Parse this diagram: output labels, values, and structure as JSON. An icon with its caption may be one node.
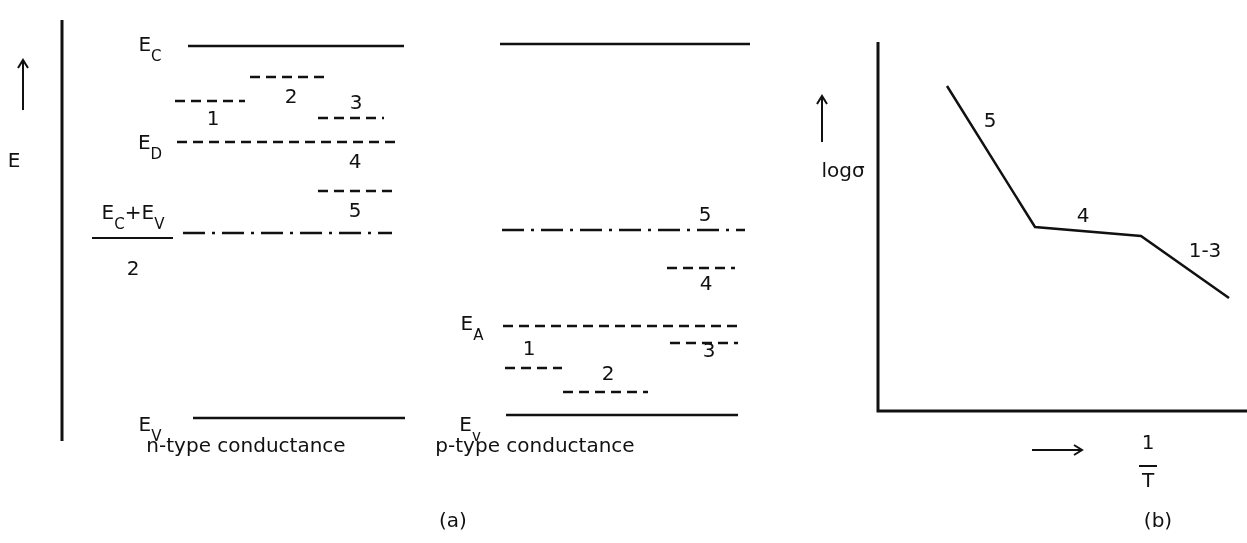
{
  "diagram": {
    "labels": [
      "E",
      "E$_{C}$",
      "2",
      "1",
      "3",
      "E$_{D}$",
      "4",
      "E$_{C}$+E$_{V}$",
      "5",
      "2",
      "E$_{V}$",
      "n-type conductance",
      "5",
      "4",
      "E$_{A}$",
      "3",
      "1",
      "2",
      "E$_{v}$",
      "p-type conductance",
      "(a)",
      "logσ",
      "5",
      "4",
      "1-3",
      "1",
      "T",
      "(b)"
    ]
  }
}
